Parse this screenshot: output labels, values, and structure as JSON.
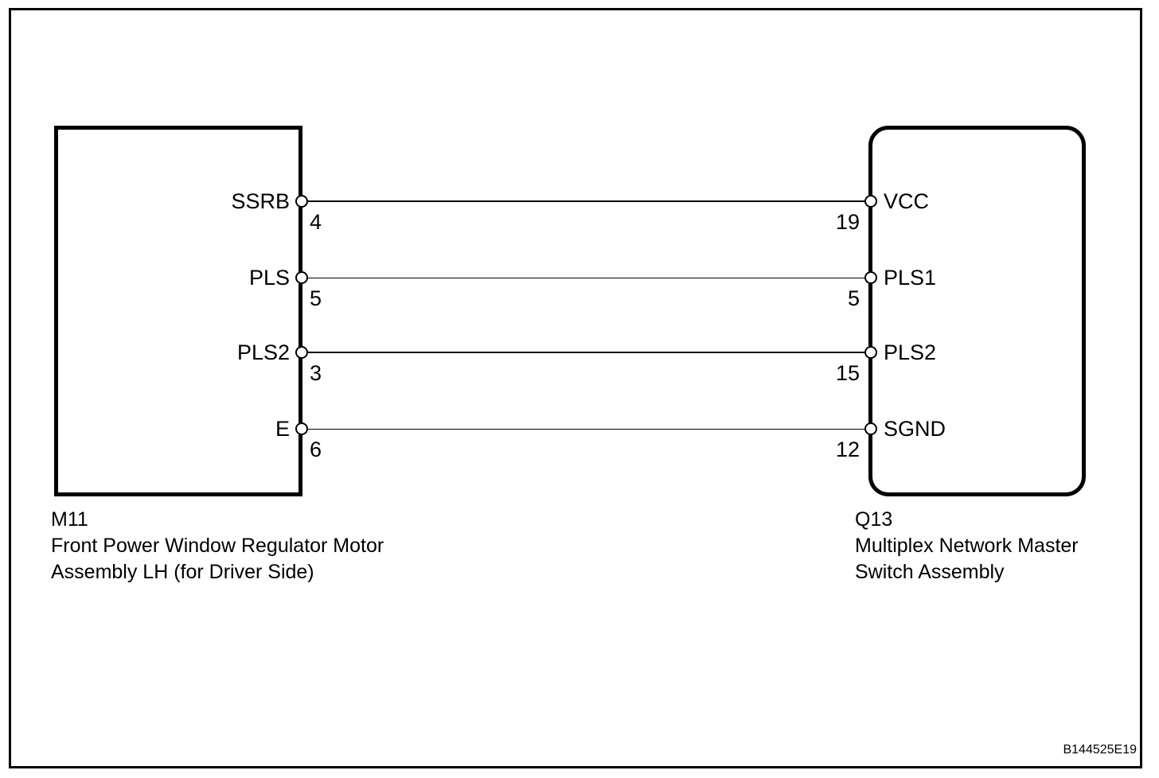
{
  "figure": {
    "code": "B144525E19"
  },
  "colors": {
    "line": "#000000",
    "background": "#ffffff"
  },
  "components": {
    "left": {
      "id": "M11",
      "name_line1": "Front Power Window Regulator Motor",
      "name_line2": "Assembly LH (for Driver Side)",
      "pins": [
        {
          "label": "SSRB",
          "number": "4"
        },
        {
          "label": "PLS",
          "number": "5"
        },
        {
          "label": "PLS2",
          "number": "3"
        },
        {
          "label": "E",
          "number": "6"
        }
      ]
    },
    "right": {
      "id": "Q13",
      "name_line1": "Multiplex Network Master",
      "name_line2": "Switch Assembly",
      "pins": [
        {
          "label": "VCC",
          "number": "19"
        },
        {
          "label": "PLS1",
          "number": "5"
        },
        {
          "label": "PLS2",
          "number": "15"
        },
        {
          "label": "SGND",
          "number": "12"
        }
      ]
    }
  },
  "connections": [
    {
      "from": "SSRB",
      "from_pin": "4",
      "to": "VCC",
      "to_pin": "19"
    },
    {
      "from": "PLS",
      "from_pin": "5",
      "to": "PLS1",
      "to_pin": "5"
    },
    {
      "from": "PLS2",
      "from_pin": "3",
      "to": "PLS2",
      "to_pin": "15"
    },
    {
      "from": "E",
      "from_pin": "6",
      "to": "SGND",
      "to_pin": "12"
    }
  ]
}
